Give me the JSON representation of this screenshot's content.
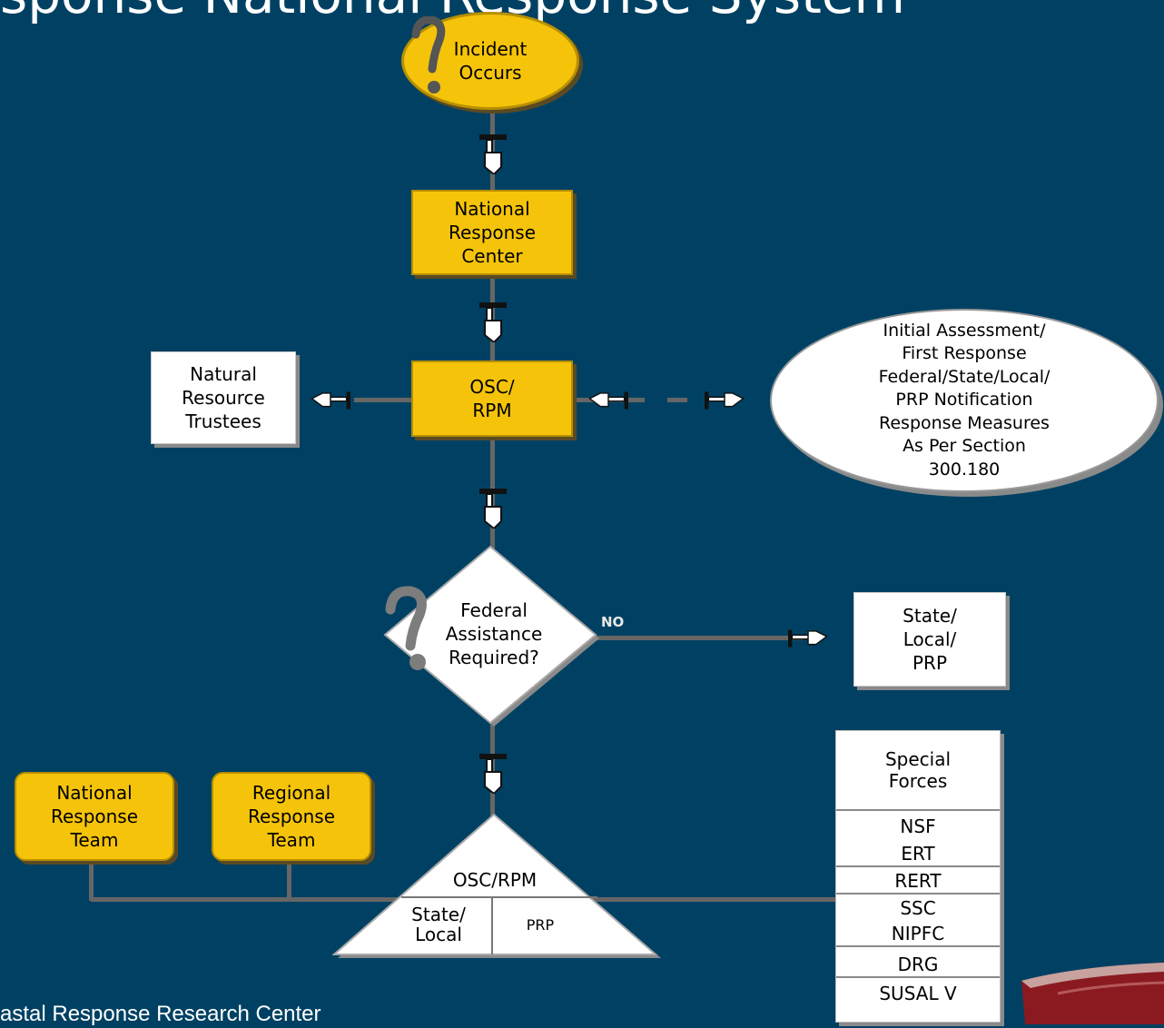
{
  "title": "sponse National Response System",
  "footer": "astal Response Research Center",
  "nodes": {
    "incident": "Incident Occurs",
    "nrc_line1": "National",
    "nrc_line2": "Response",
    "nrc_line3": "Center",
    "osc_line1": "OSC/",
    "osc_line2": "RPM",
    "trustees_line1": "Natural",
    "trustees_line2": "Resource",
    "trustees_line3": "Trustees",
    "assessment": [
      "Initial Assessment/",
      "First Response",
      "Federal/State/Local/",
      "PRP Notification",
      "Response Measures",
      "As Per Section",
      "300.180"
    ],
    "decision": [
      "Federal",
      "Assistance",
      "Required?"
    ],
    "no_label": "NO",
    "state_line1": "State/",
    "state_line2": "Local/",
    "state_line3": "PRP",
    "nrt": [
      "National",
      "Response",
      "Team"
    ],
    "rrt": [
      "Regional",
      "Response",
      "Team"
    ],
    "triangle_top": "OSC/RPM",
    "triangle_left": [
      "State/",
      "Local"
    ],
    "triangle_right": "PRP"
  },
  "special_forces": {
    "header": [
      "Special",
      "Forces"
    ],
    "items": [
      "NSF",
      "ERT",
      "RERT",
      "SSC",
      "NIPFC",
      "DRG",
      "SUSAL V"
    ]
  },
  "colors": {
    "background": "#004163",
    "box_yellow": "#f5c40a",
    "connector": "#666666"
  }
}
